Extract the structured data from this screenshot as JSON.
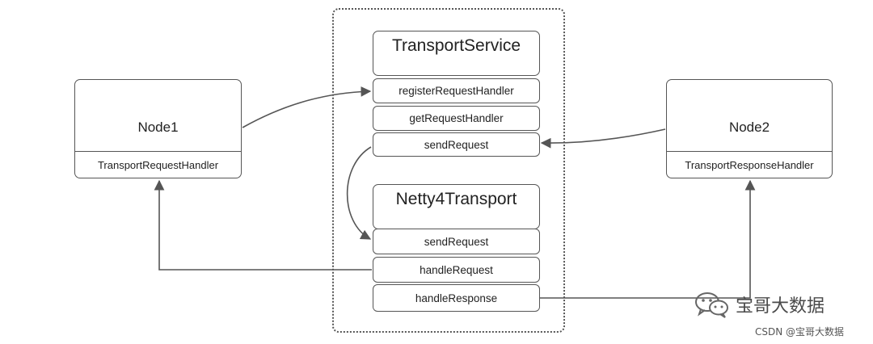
{
  "nodes": {
    "node1": {
      "title": "Node1",
      "handler": "TransportRequestHandler"
    },
    "node2": {
      "title": "Node2",
      "handler": "TransportResponseHandler"
    }
  },
  "transport_service": {
    "title": "TransportService",
    "methods": [
      "registerRequestHandler",
      "getRequestHandler",
      "sendRequest"
    ]
  },
  "netty4_transport": {
    "title": "Netty4Transport",
    "methods": [
      "sendRequest",
      "handleRequest",
      "handleResponse"
    ]
  },
  "watermark": {
    "text": "宝哥大数据",
    "icon": "wechat-icon"
  },
  "credit": "CSDN @宝哥大数据",
  "colors": {
    "line": "#555555",
    "border": "#555555",
    "text": "#222222"
  }
}
